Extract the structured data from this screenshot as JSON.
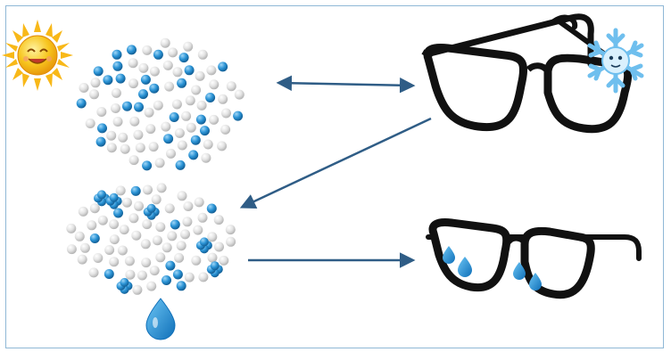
{
  "diagram": {
    "panels": [
      {
        "name": "warm-air-cloud",
        "state": "water vapor dispersed"
      },
      {
        "name": "cold-glasses",
        "state": "cold lens surface"
      },
      {
        "name": "condensing-cloud",
        "state": "water vapor condensing"
      },
      {
        "name": "fogged-glasses",
        "state": "droplets on lenses"
      }
    ],
    "icons": [
      "sun-icon",
      "snowflake-icon",
      "water-drop-icon",
      "glasses-icon"
    ],
    "colors": {
      "frame_border": "#8fb8d6",
      "arrow": "#2f5d86",
      "molecule_blue": "#2a93d5",
      "molecule_gray": "#dcdcdc",
      "sun": "#f6c21c",
      "snowflake": "#7cc4ee",
      "glasses": "#111111",
      "droplet": "#1f8fd6"
    }
  }
}
